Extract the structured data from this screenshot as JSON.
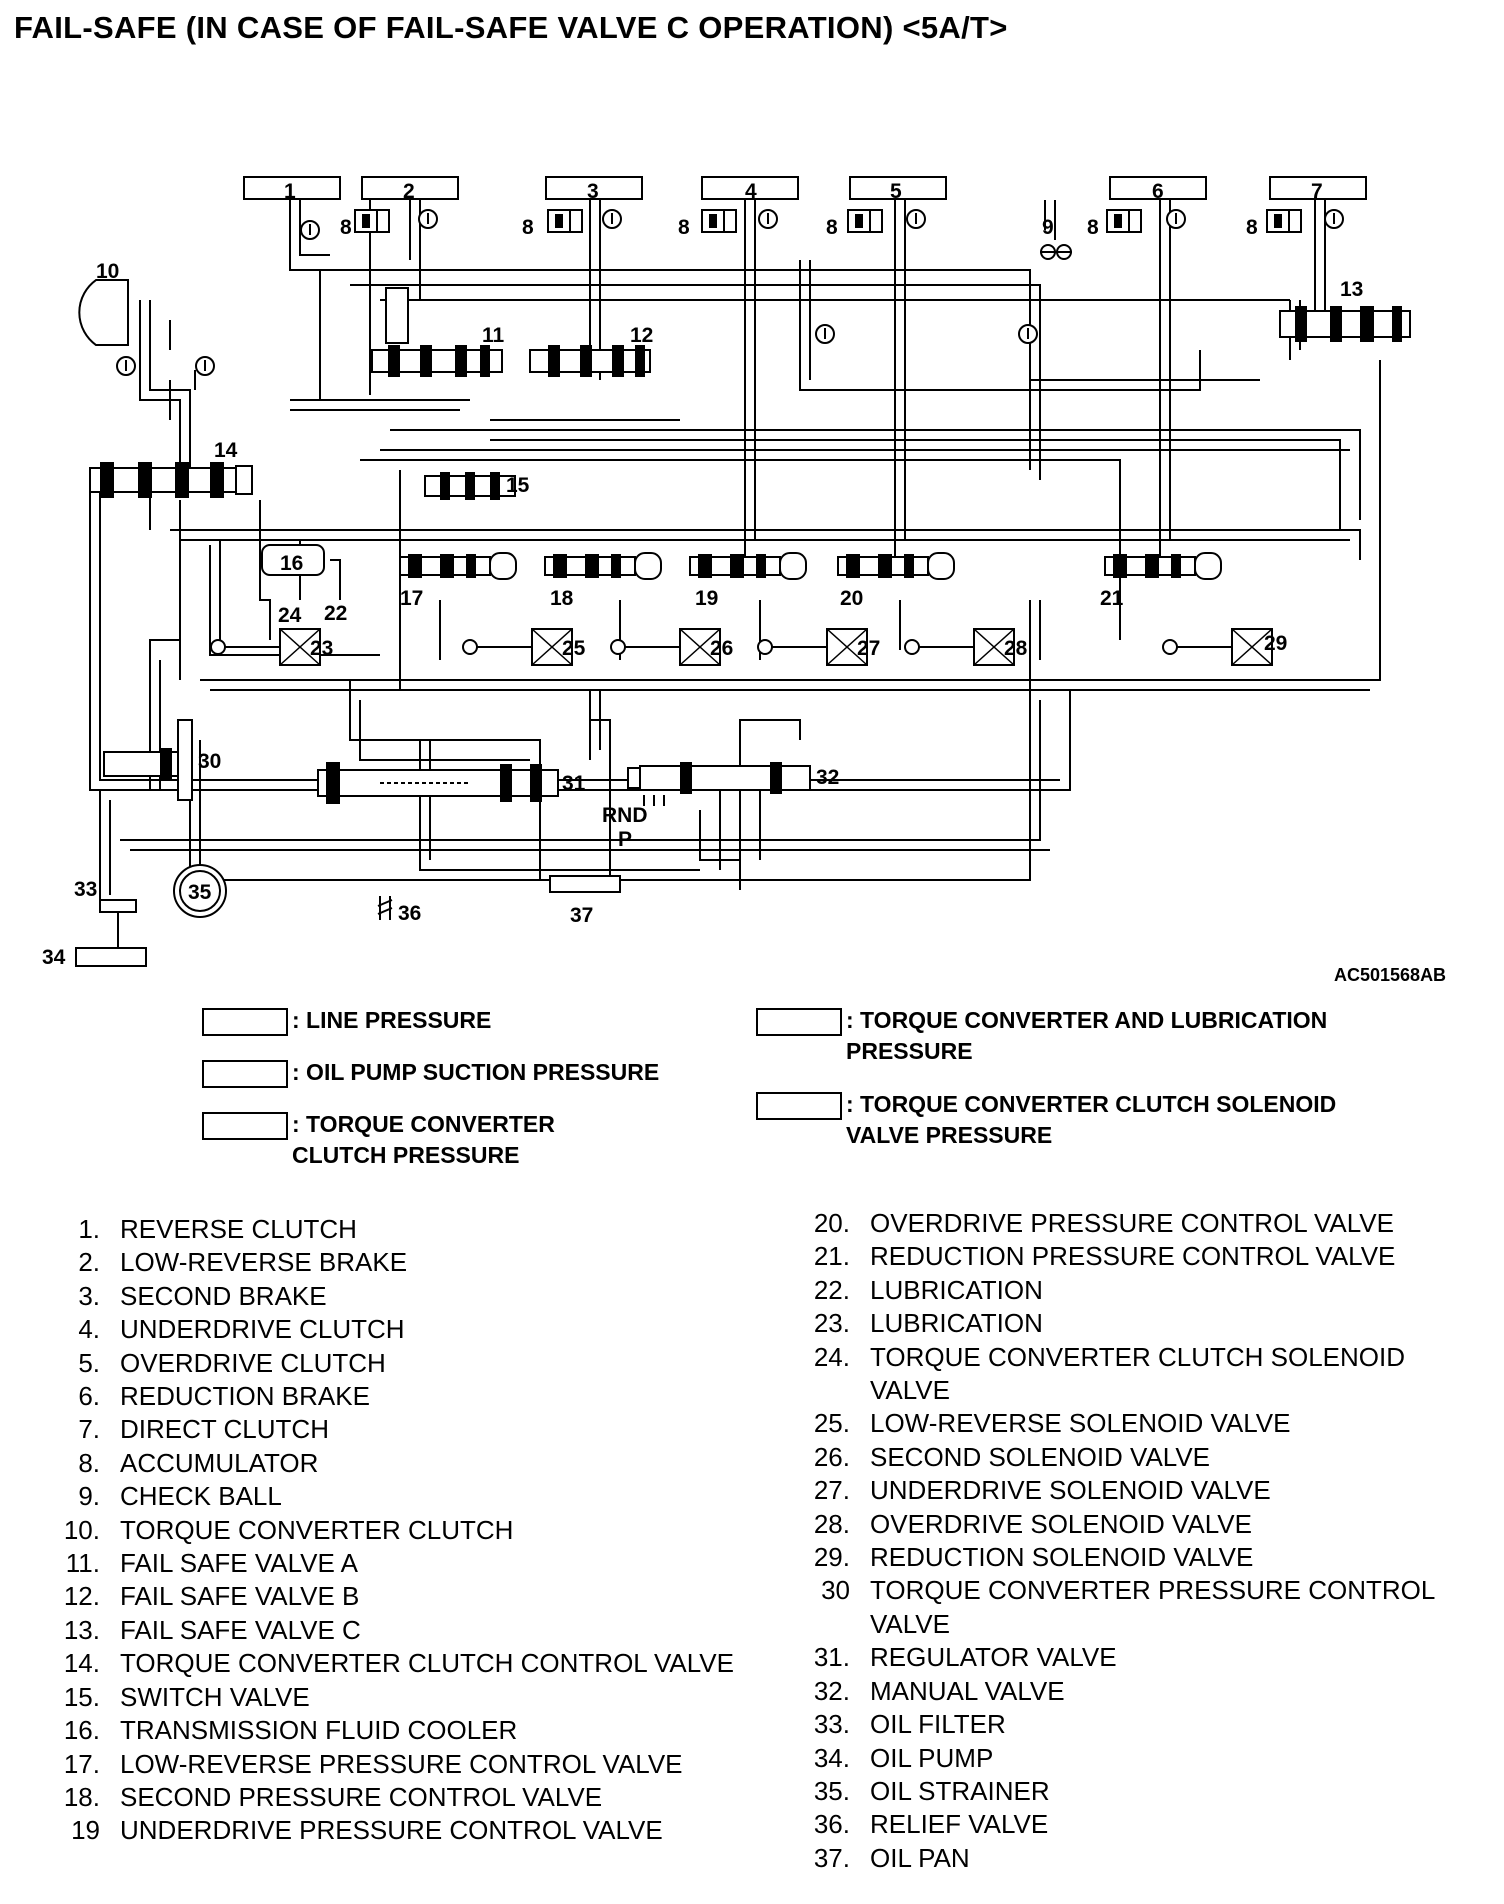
{
  "title": "FAIL-SAFE (IN CASE OF FAIL-SAFE VALVE C OPERATION) <5A/T>",
  "figure_code": "AC501568AB",
  "diagram_labels": {
    "n1": "1",
    "n2": "2",
    "n3": "3",
    "n4": "4",
    "n5": "5",
    "n6": "6",
    "n7": "7",
    "n8": "8",
    "n9": "9",
    "n10": "10",
    "n11": "11",
    "n12": "12",
    "n13": "13",
    "n14": "14",
    "n15": "15",
    "n16": "16",
    "n17": "17",
    "n18": "18",
    "n19": "19",
    "n20": "20",
    "n21": "21",
    "n22": "22",
    "n23": "23",
    "n24": "24",
    "n25": "25",
    "n26": "26",
    "n27": "27",
    "n28": "28",
    "n29": "29",
    "n30": "30",
    "n31": "31",
    "n32": "32",
    "n33": "33",
    "n34": "34",
    "n35": "35",
    "n36": "36",
    "n37": "37",
    "manual_rnd": "RND",
    "manual_p": "P"
  },
  "legend": [
    {
      "label": ": LINE PRESSURE"
    },
    {
      "label": ": OIL PUMP SUCTION PRESSURE"
    },
    {
      "label": ": TORQUE CONVERTER CLUTCH PRESSURE"
    },
    {
      "label": ": TORQUE CONVERTER AND LUBRICATION PRESSURE"
    },
    {
      "label": ": TORQUE CONVERTER CLUTCH SOLENOID VALVE PRESSURE"
    }
  ],
  "parts_left": [
    {
      "num": "1.",
      "label": "REVERSE CLUTCH"
    },
    {
      "num": "2.",
      "label": "LOW-REVERSE BRAKE"
    },
    {
      "num": "3.",
      "label": "SECOND BRAKE"
    },
    {
      "num": "4.",
      "label": "UNDERDRIVE CLUTCH"
    },
    {
      "num": "5.",
      "label": "OVERDRIVE CLUTCH"
    },
    {
      "num": "6.",
      "label": "REDUCTION BRAKE"
    },
    {
      "num": "7.",
      "label": "DIRECT CLUTCH"
    },
    {
      "num": "8.",
      "label": "ACCUMULATOR"
    },
    {
      "num": "9.",
      "label": "CHECK BALL"
    },
    {
      "num": "10.",
      "label": "TORQUE CONVERTER CLUTCH"
    },
    {
      "num": "11.",
      "label": "FAIL SAFE VALVE A"
    },
    {
      "num": "12.",
      "label": "FAIL SAFE VALVE B"
    },
    {
      "num": "13.",
      "label": "FAIL SAFE VALVE C"
    },
    {
      "num": "14.",
      "label": "TORQUE CONVERTER CLUTCH CONTROL VALVE"
    },
    {
      "num": "15.",
      "label": "SWITCH VALVE"
    },
    {
      "num": "16.",
      "label": "TRANSMISSION FLUID COOLER"
    },
    {
      "num": "17.",
      "label": "LOW-REVERSE PRESSURE CONTROL VALVE"
    },
    {
      "num": "18.",
      "label": "SECOND PRESSURE CONTROL VALVE"
    },
    {
      "num": "19",
      "label": "UNDERDRIVE PRESSURE CONTROL VALVE"
    }
  ],
  "parts_right": [
    {
      "num": "20.",
      "label": "OVERDRIVE PRESSURE CONTROL VALVE"
    },
    {
      "num": "21.",
      "label": "REDUCTION PRESSURE CONTROL VALVE"
    },
    {
      "num": "22.",
      "label": "LUBRICATION"
    },
    {
      "num": "23.",
      "label": "LUBRICATION"
    },
    {
      "num": "24.",
      "label": "TORQUE CONVERTER CLUTCH SOLENOID VALVE"
    },
    {
      "num": "25.",
      "label": "LOW-REVERSE SOLENOID VALVE"
    },
    {
      "num": "26.",
      "label": "SECOND SOLENOID VALVE"
    },
    {
      "num": "27.",
      "label": "UNDERDRIVE SOLENOID VALVE"
    },
    {
      "num": "28.",
      "label": "OVERDRIVE SOLENOID VALVE"
    },
    {
      "num": "29.",
      "label": "REDUCTION SOLENOID VALVE"
    },
    {
      "num": "30",
      "label": "TORQUE CONVERTER PRESSURE CONTROL VALVE"
    },
    {
      "num": "31.",
      "label": "REGULATOR VALVE"
    },
    {
      "num": "32.",
      "label": "MANUAL VALVE"
    },
    {
      "num": "33.",
      "label": "OIL FILTER"
    },
    {
      "num": "34.",
      "label": "OIL PUMP"
    },
    {
      "num": "35.",
      "label": "OIL STRAINER"
    },
    {
      "num": "36.",
      "label": "RELIEF VALVE"
    },
    {
      "num": "37.",
      "label": "OIL PAN"
    }
  ]
}
